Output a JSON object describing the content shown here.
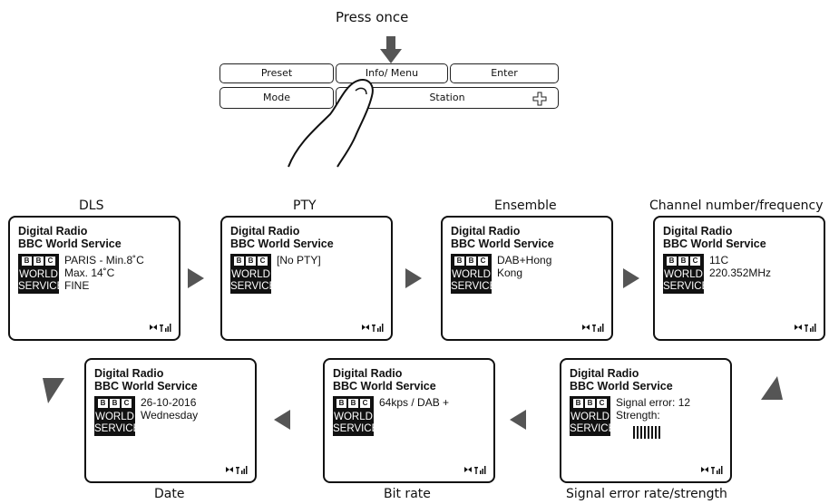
{
  "instruction": "Press once",
  "buttons": {
    "preset": "Preset",
    "info_menu": "Info/ Menu",
    "enter": "Enter",
    "mode": "Mode",
    "station": "Station"
  },
  "screens": [
    {
      "label": "DLS",
      "line1": "Digital Radio",
      "line2": "BBC World Service",
      "info": [
        "PARIS - Min.8˚C",
        "Max. 14˚C",
        "FINE"
      ]
    },
    {
      "label": "PTY",
      "line1": "Digital Radio",
      "line2": "BBC World Service",
      "info": [
        "[No PTY]"
      ]
    },
    {
      "label": "Ensemble",
      "line1": "Digital Radio",
      "line2": "BBC World Service",
      "info": [
        "DAB+Hong",
        "Kong"
      ]
    },
    {
      "label": "Channel number/frequency",
      "line1": "Digital Radio",
      "line2": "BBC World Service",
      "info": [
        "11C",
        "220.352MHz"
      ]
    },
    {
      "label": "Signal error rate/strength",
      "line1": "Digital Radio",
      "line2": "BBC World Service",
      "info": [
        "Signal error: 12",
        "Strength:"
      ]
    },
    {
      "label": "Bit rate",
      "line1": "Digital Radio",
      "line2": "BBC World Service",
      "info": [
        "64kps / DAB +"
      ]
    },
    {
      "label": "Date",
      "line1": "Digital Radio",
      "line2": "BBC World Service",
      "info": [
        "26-10-2016",
        "Wednesday"
      ]
    }
  ],
  "logo": {
    "bbc_letters": [
      "B",
      "B",
      "C"
    ],
    "word1": "WORLD",
    "word2": "SERVICE"
  }
}
